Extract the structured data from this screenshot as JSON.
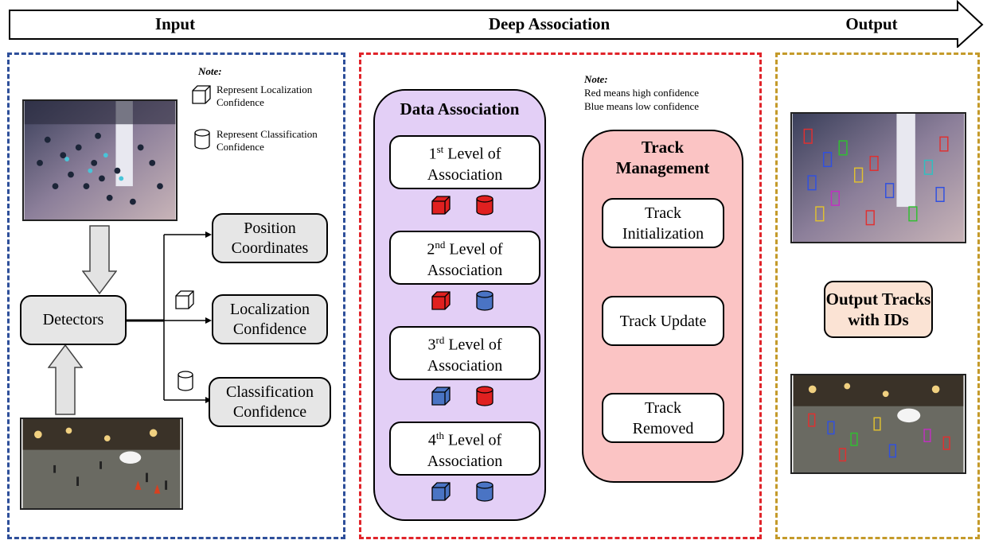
{
  "banner": {
    "input_label": "Input",
    "deep_label": "Deep Association",
    "output_label": "Output"
  },
  "input_panel": {
    "note_title": "Note:",
    "note_cube": "Represent Localization Confidence",
    "note_cube_l1": "Represent Localization",
    "note_cube_l2": "Confidence",
    "note_cyl_l1": "Represent Classification",
    "note_cyl_l2": "Confidence",
    "detectors": "Detectors",
    "position_l1": "Position",
    "position_l2": "Coordinates",
    "localization_l1": "Localization",
    "localization_l2": "Confidence",
    "classification_l1": "Classification",
    "classification_l2": "Confidence"
  },
  "deep_panel": {
    "note_title": "Note:",
    "note_red": "Red means high confidence",
    "note_blue": "Blue means low confidence",
    "data_assoc_title": "Data Association",
    "levels": [
      {
        "num": "1",
        "sup": "st",
        "rest": " Level of",
        "l2": "Association",
        "cube": "red",
        "cyl": "red"
      },
      {
        "num": "2",
        "sup": "nd",
        "rest": " Level of",
        "l2": "Association",
        "cube": "red",
        "cyl": "blue"
      },
      {
        "num": "3",
        "sup": "rd",
        "rest": " Level of",
        "l2": "Association",
        "cube": "blue",
        "cyl": "red"
      },
      {
        "num": "4",
        "sup": "th",
        "rest": " Level of",
        "l2": "Association",
        "cube": "blue",
        "cyl": "blue"
      }
    ],
    "track_mgmt_l1": "Track",
    "track_mgmt_l2": "Management",
    "track_init_l1": "Track",
    "track_init_l2": "Initialization",
    "track_update": "Track Update",
    "track_removed_l1": "Track",
    "track_removed_l2": "Removed"
  },
  "output_panel": {
    "output_l1": "Output Tracks",
    "output_l2": "with IDs"
  },
  "colors": {
    "input_border": "#2e4f9a",
    "deep_border": "#e0242a",
    "output_border": "#c49a2a",
    "assoc_fill": "#e3cff6",
    "track_fill": "#fbc4c4",
    "output_fill": "#fbe3d4",
    "red": "#e02020",
    "blue": "#4a74c4"
  }
}
